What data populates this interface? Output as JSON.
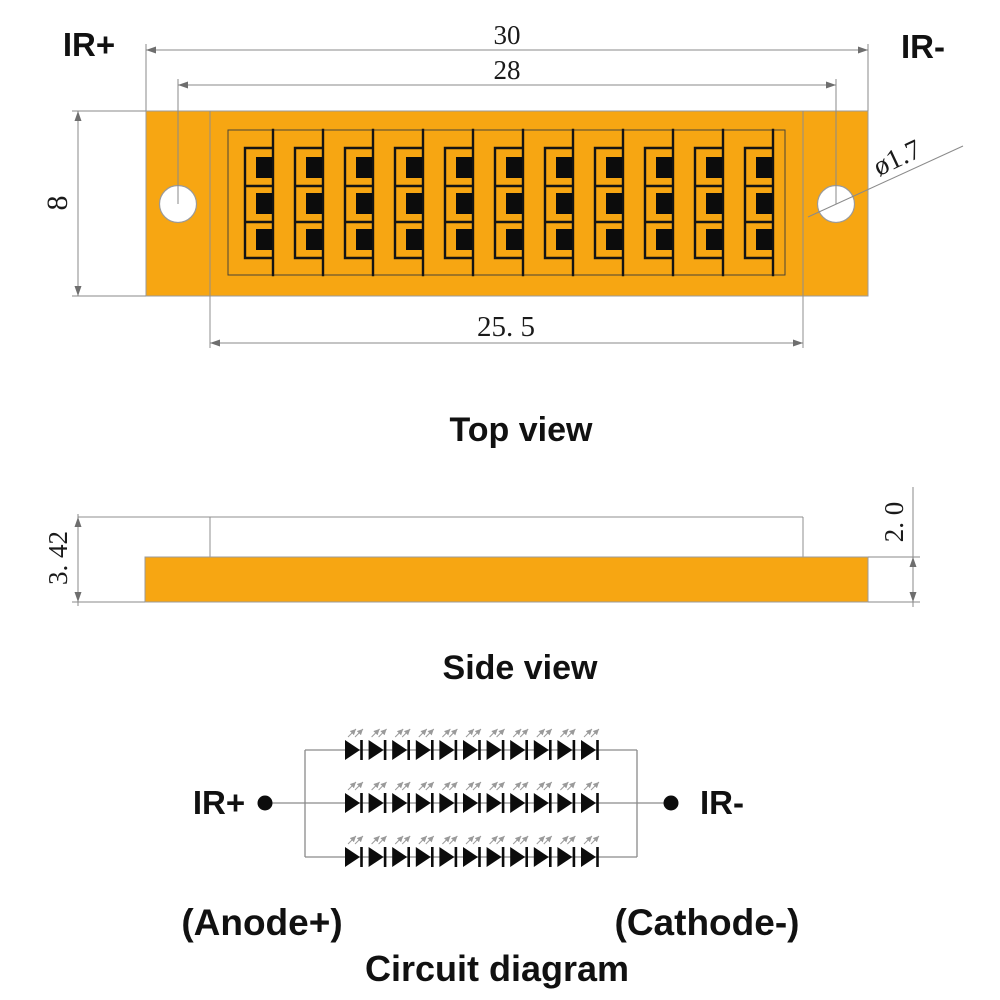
{
  "colors": {
    "board_orange": "#F7A612",
    "inner_orange": "#F8AA16",
    "trace_black": "#141414",
    "dim_gray": "#8a8a8a",
    "text_black": "#1a1a1a",
    "hole_white": "#ffffff"
  },
  "top_view": {
    "label": "Top view",
    "pin_left": "IR+",
    "pin_right": "IR-",
    "dim_width_outer": "30",
    "dim_width_holes": "28",
    "dim_height": "8",
    "dim_width_inner": "25. 5",
    "dim_hole_diameter": "ø1.7",
    "led_columns": 11,
    "led_rows": 3
  },
  "side_view": {
    "label": "Side view",
    "dim_total_height": "3. 42",
    "dim_board_thickness": "2. 0"
  },
  "circuit": {
    "label": "Circuit diagram",
    "pin_left": "IR+",
    "pin_right": "IR-",
    "anode_label": "(Anode+)",
    "cathode_label": "(Cathode-)",
    "strings": 3,
    "diodes_per_string": 11
  }
}
